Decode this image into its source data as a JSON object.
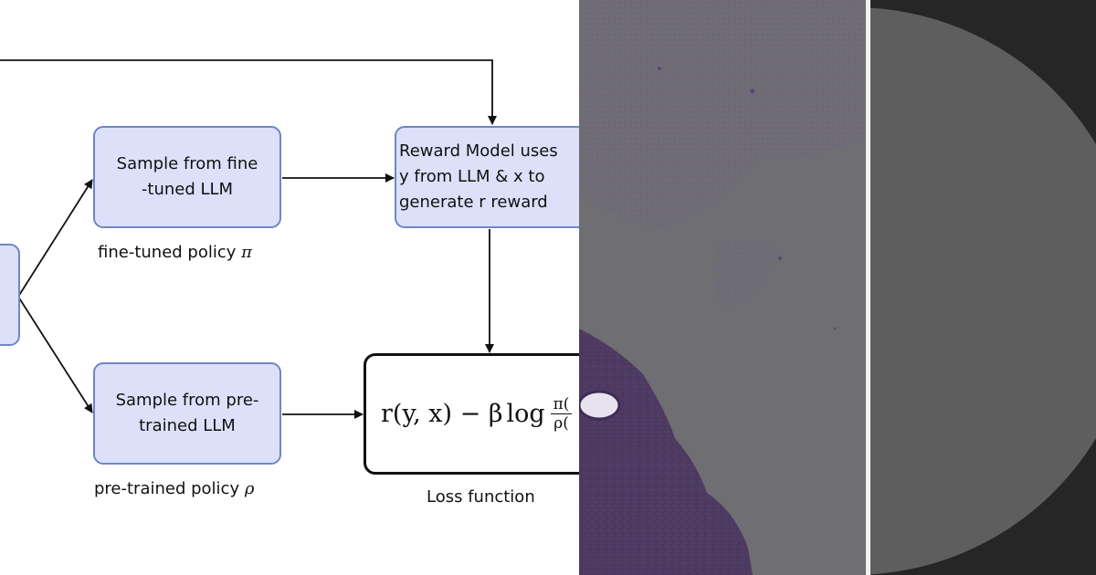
{
  "diagram": {
    "boxes": {
      "finetuned": "Sample from fine\n-tuned LLM",
      "pretrained": "Sample from pre-\ntrained LLM",
      "reward": "Reward Model uses\ny from LLM & x to\ngenerate r reward"
    },
    "captions": {
      "finetuned_text": "fine-tuned policy",
      "finetuned_symbol": "π",
      "pretrained_text": "pre-trained policy",
      "pretrained_symbol": "ρ",
      "loss": "Loss function"
    },
    "loss_formula": {
      "lhs": "r(y, x) − β",
      "log": "log",
      "numerator": "π(",
      "denominator": "ρ("
    }
  },
  "colors": {
    "box_fill": "#dce1f9",
    "box_border": "#6f86c6",
    "tissue_background": "#6f6e73",
    "tissue_stain": "#5b4870",
    "circle_panel_background": "#262626",
    "circle_fill": "#5e5e5e"
  }
}
